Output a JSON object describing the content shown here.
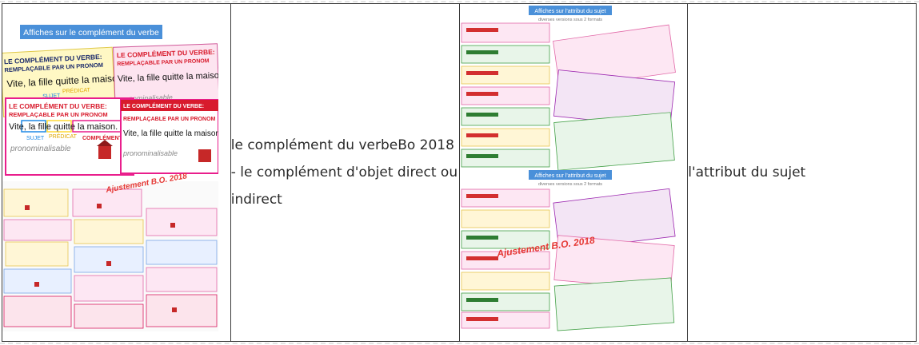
{
  "rows": [
    {
      "left_image": {
        "top_banner": "Affiches sur le complément du verbe",
        "poster_heading_line1": "LE COMPLÉMENT DU VERBE:",
        "poster_heading_line2": "REMPLAÇABLE PAR UN PRONOM",
        "poster_sentence": "Vite, la fille quitte la maison.",
        "label_sujet": "SUJET",
        "label_predicat": "PRÉDICAT",
        "label_complement": "COMPLÉMENT DU VERBE",
        "label_pronominalisable": "pronominalisable",
        "stamp_text": "Ajustement B.O. 2018",
        "colors": {
          "banner": "#4a90d9",
          "heading": "#d81b2c",
          "subject_box": "#1e88e5",
          "verb_box": "#fdd835",
          "complement_box": "#e91e8c"
        }
      },
      "left_text": "le complément du verbeBo 2018 - le complément d'objet direct ou indirect",
      "right_image": {
        "top_banner": "Affiches sur l'attribut du sujet",
        "sub_banner": "diverses versions sous 2 formats",
        "stamp_text": "Ajustement B.O. 2018",
        "colors": {
          "banner": "#4a90d9",
          "stamp": "#e53935"
        }
      },
      "right_text": "l'attribut du sujet"
    }
  ]
}
